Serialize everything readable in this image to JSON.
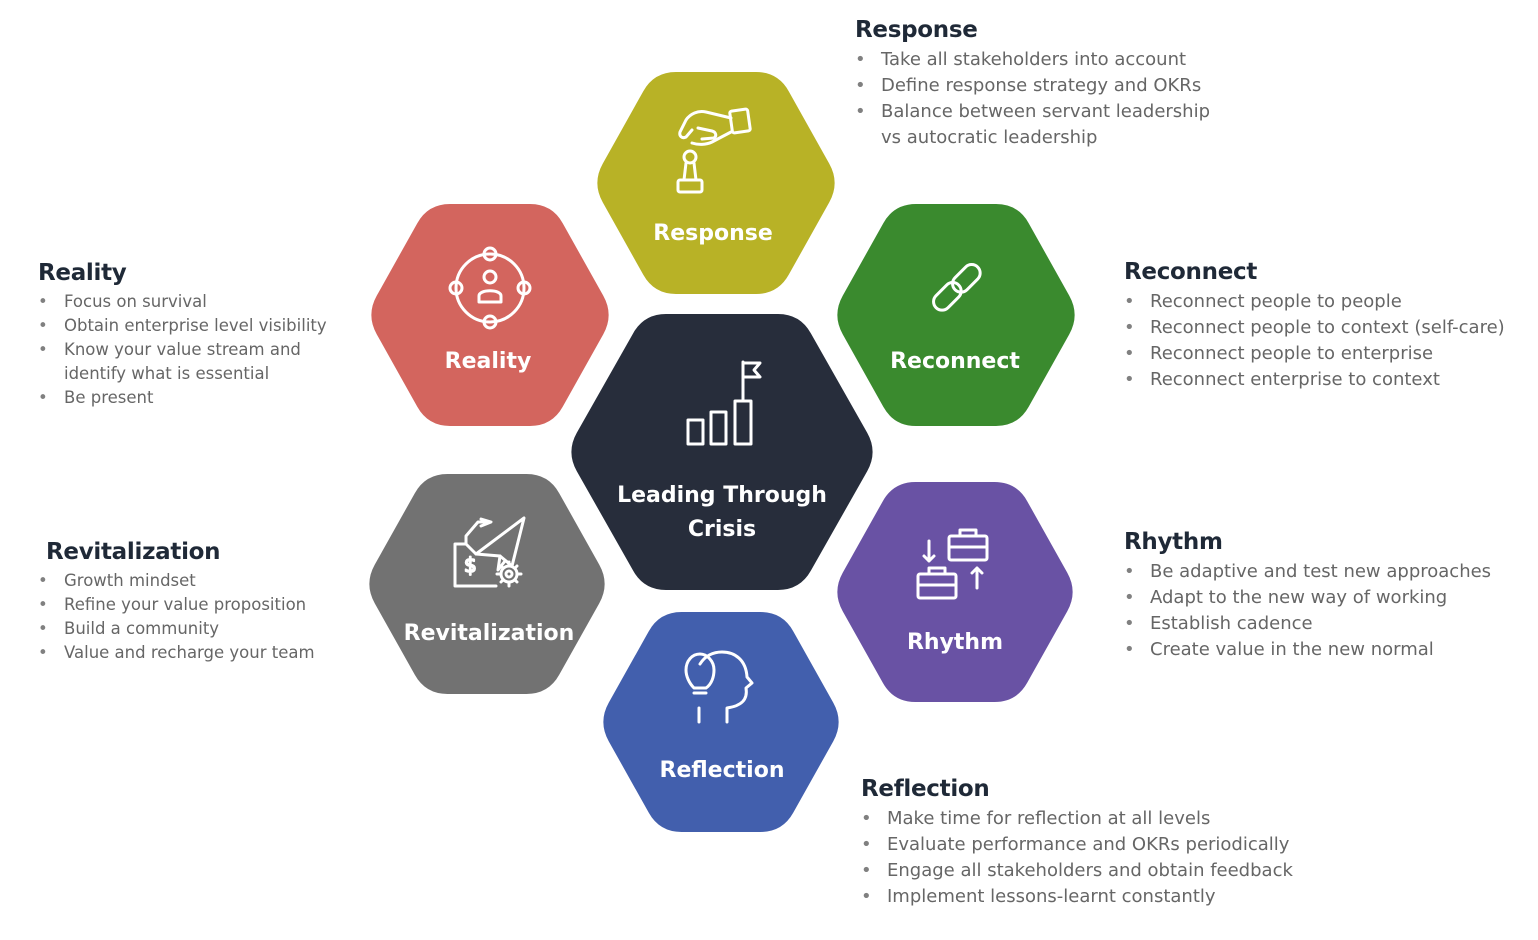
{
  "center": {
    "line1": "Leading Through",
    "line2": "Crisis",
    "color": "#272d3b",
    "icon": "growth-bars-flag-icon"
  },
  "hexes": [
    {
      "id": "response",
      "label": "Response",
      "color": "#b8b226",
      "icon": "hand-chess-pawn-icon"
    },
    {
      "id": "reconnect",
      "label": "Reconnect",
      "color": "#3a8a2e",
      "icon": "chain-link-icon"
    },
    {
      "id": "rhythm",
      "label": "Rhythm",
      "color": "#6952a4",
      "icon": "briefcases-arrows-icon"
    },
    {
      "id": "reflection",
      "label": "Reflection",
      "color": "#425fad",
      "icon": "head-lightbulb-icon"
    },
    {
      "id": "revitalization",
      "label": "Revitalization",
      "color": "#727272",
      "icon": "paper-plane-gear-icon"
    },
    {
      "id": "reality",
      "label": "Reality",
      "color": "#d3655e",
      "icon": "person-target-icon"
    }
  ],
  "blocks": {
    "response": {
      "title": "Response",
      "items": [
        "Take all stakeholders into account",
        "Define response strategy and OKRs",
        "Balance between servant leadership vs autocratic leadership"
      ]
    },
    "reconnect": {
      "title": "Reconnect",
      "items": [
        "Reconnect people to people",
        "Reconnect people to context (self-care)",
        "Reconnect people to enterprise",
        "Reconnect enterprise to context"
      ]
    },
    "rhythm": {
      "title": "Rhythm",
      "items": [
        "Be adaptive and test new approaches",
        "Adapt to the new way of working",
        "Establish cadence",
        "Create value in the new normal"
      ]
    },
    "reflection": {
      "title": "Reflection",
      "items": [
        "Make time for reflection at all levels",
        "Evaluate performance and OKRs periodically",
        "Engage all stakeholders and obtain feedback",
        "Implement lessons-learnt constantly"
      ]
    },
    "reality": {
      "title": "Reality",
      "items": [
        "Focus on survival",
        "Obtain enterprise level visibility",
        "Know your value stream and identify what is essential",
        "Be present"
      ]
    },
    "revitalization": {
      "title": "Revitalization",
      "items": [
        "Growth mindset",
        "Refine your value proposition",
        "Build a community",
        "Value and recharge your team"
      ]
    }
  }
}
